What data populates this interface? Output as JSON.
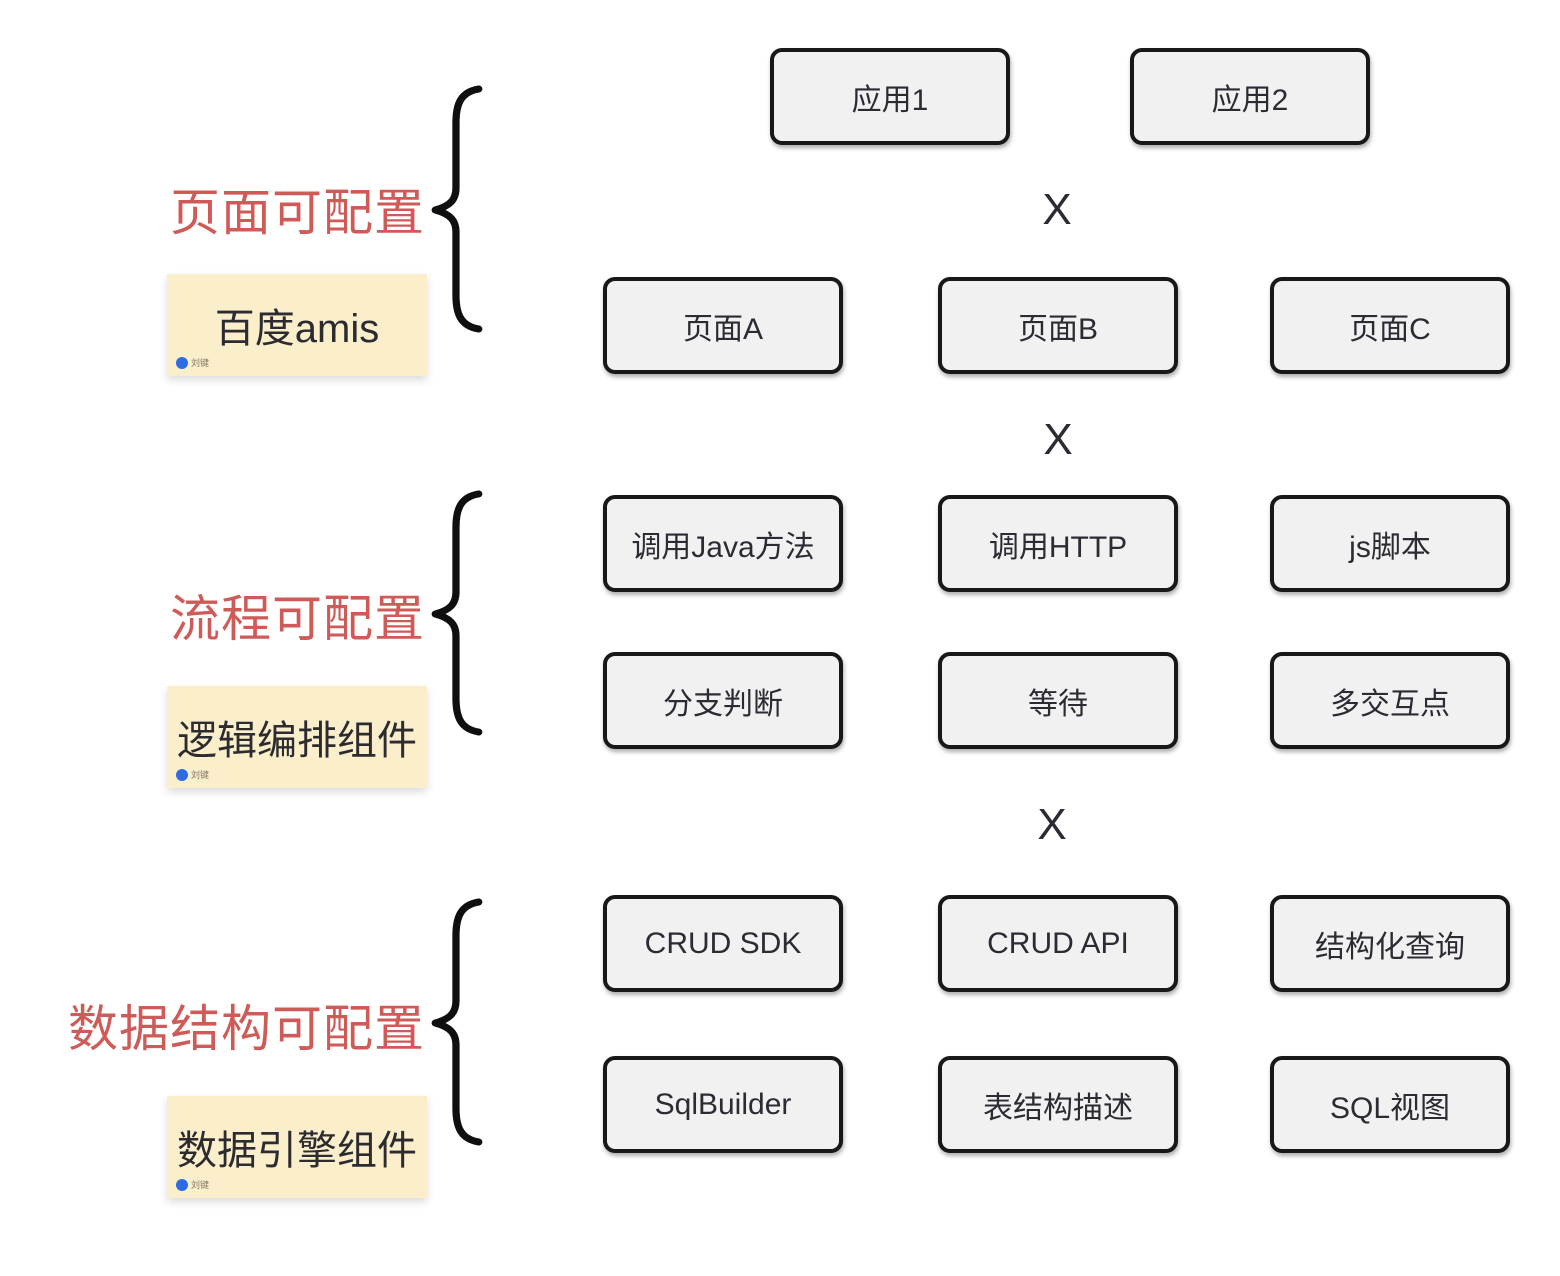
{
  "separator": "X",
  "colors": {
    "section_label_red": "#cf5b59",
    "node_fill": "#f1f1f2",
    "node_border": "#18181b",
    "node_text": "#2b2b33",
    "tag_fill_yellow": "#fbeecb",
    "avatar_blue": "#2e6be5",
    "background": "#ffffff"
  },
  "sections": [
    {
      "label": "页面可配置",
      "tag": "百度amis",
      "author": "刘键"
    },
    {
      "label": "流程可配置",
      "tag": "逻辑编排组件",
      "author": "刘键"
    },
    {
      "label": "数据结构可配置",
      "tag": "数据引擎组件",
      "author": "刘键"
    }
  ],
  "rows": {
    "apps": [
      "应用1",
      "应用2"
    ],
    "pages": [
      "页面A",
      "页面B",
      "页面C"
    ],
    "flow_actions": [
      "调用Java方法",
      "调用HTTP",
      "js脚本"
    ],
    "flow_controls": [
      "分支判断",
      "等待",
      "多交互点"
    ],
    "data_apis": [
      "CRUD SDK",
      "CRUD API",
      "结构化查询"
    ],
    "data_tools": [
      "SqlBuilder",
      "表结构描述",
      "SQL视图"
    ]
  }
}
